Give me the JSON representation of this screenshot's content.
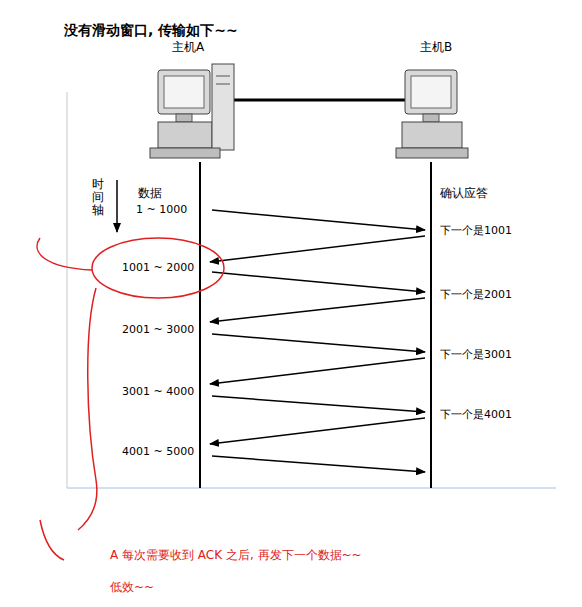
{
  "diagram": {
    "title": "没有滑动窗口, 传输如下~~",
    "labels": [
      "主机A",
      "主机B",
      "时间轴",
      "数据",
      "确认应答",
      "1 ~ 1000",
      "下一个是1001",
      "1001 ~ 2000",
      "下一个是2001",
      "2001 ~ 3000",
      "下一个是3001",
      "3001 ~ 4000",
      "下一个是4001",
      "4001 ~ 5000",
      "A 每次需要收到 ACK 之后, 再发下一个数据~~",
      "低效~~"
    ]
  }
}
